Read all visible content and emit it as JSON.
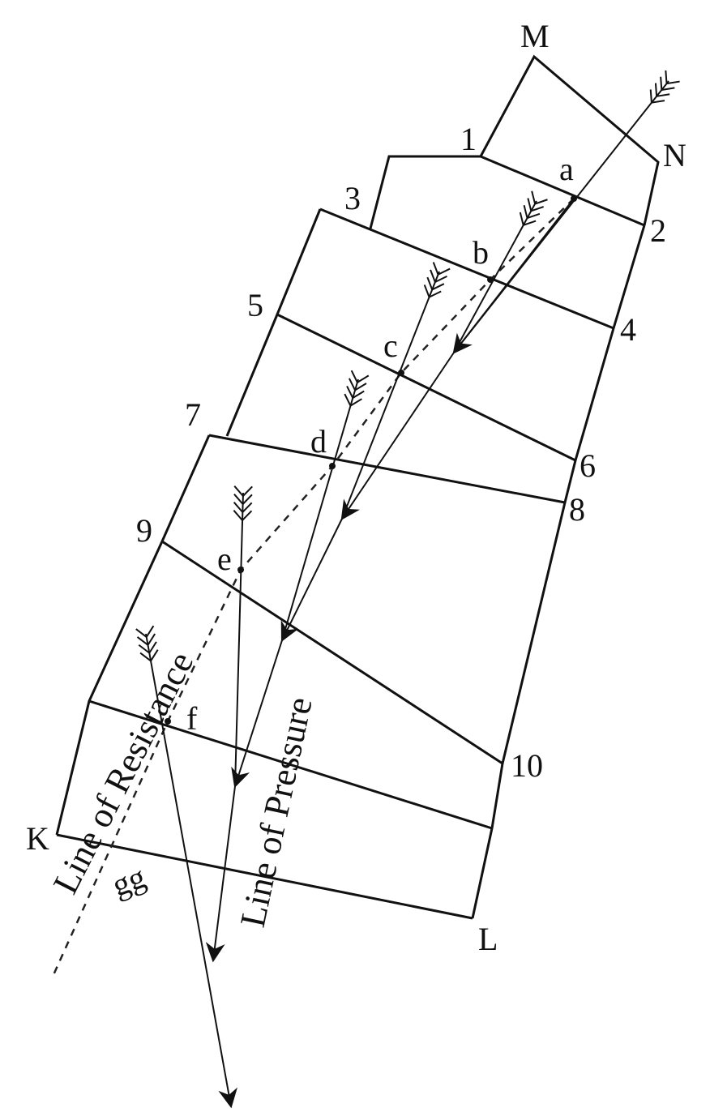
{
  "points": {
    "M": "M",
    "N": "N",
    "K": "K",
    "L": "L",
    "n1": "1",
    "n2": "2",
    "n3": "3",
    "n4": "4",
    "n5": "5",
    "n6": "6",
    "n7": "7",
    "n8": "8",
    "n9": "9",
    "n10": "10",
    "a": "a",
    "b": "b",
    "c": "c",
    "d": "d",
    "e": "e",
    "f": "f",
    "gg": "gg"
  },
  "lines": {
    "resistance": "Line of Resistance",
    "pressure": "Line of Pressure"
  },
  "colors": {
    "stroke": "#111111",
    "background": "#ffffff"
  }
}
